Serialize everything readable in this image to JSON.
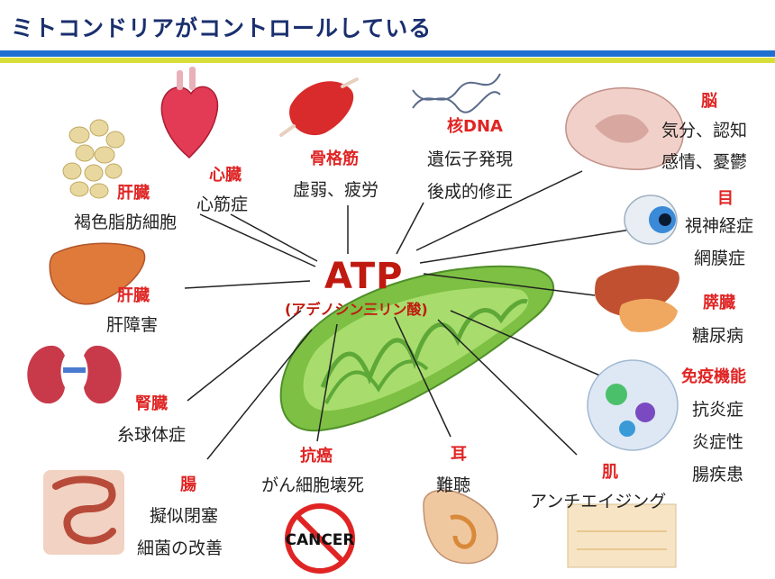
{
  "title": "ミトコンドリアがコントロールしている",
  "center": {
    "main": "ATP",
    "sub": "(アデノシン三リン酸)"
  },
  "organs": {
    "liver1": {
      "name": "肝臓",
      "desc": "褐色脂肪細胞"
    },
    "heart": {
      "name": "心臓",
      "desc": "心筋症"
    },
    "muscle": {
      "name": "骨格筋",
      "desc": "虚弱、疲労"
    },
    "dna": {
      "name": "核DNA",
      "desc1": "遺伝子発現",
      "desc2": "後成的修正"
    },
    "brain": {
      "name": "脳",
      "desc1": "気分、認知",
      "desc2": "感情、憂鬱"
    },
    "eye": {
      "name": "目",
      "desc1": "視神経症",
      "desc2": "網膜症"
    },
    "liver2": {
      "name": "肝臓",
      "desc": "肝障害"
    },
    "pancreas": {
      "name": "膵臓",
      "desc": "糖尿病"
    },
    "kidney": {
      "name": "腎臓",
      "desc": "糸球体症"
    },
    "immune": {
      "name": "免疫機能",
      "desc1": "抗炎症",
      "desc2": "炎症性",
      "desc3": "腸疾患"
    },
    "intestine": {
      "name": "腸",
      "desc1": "擬似閉塞",
      "desc2": "細菌の改善"
    },
    "cancer": {
      "name": "抗癌",
      "desc": "がん細胞壊死",
      "sign": "CANCER"
    },
    "ear": {
      "name": "耳",
      "desc": "難聴"
    },
    "skin": {
      "name": "肌",
      "desc": "アンチエイジング"
    }
  },
  "colors": {
    "title": "#1a2f6e",
    "accent": "#e02424",
    "mito": "#7dc043",
    "band_blue": "#1f6fd1",
    "band_yellow": "#d7de3a"
  }
}
